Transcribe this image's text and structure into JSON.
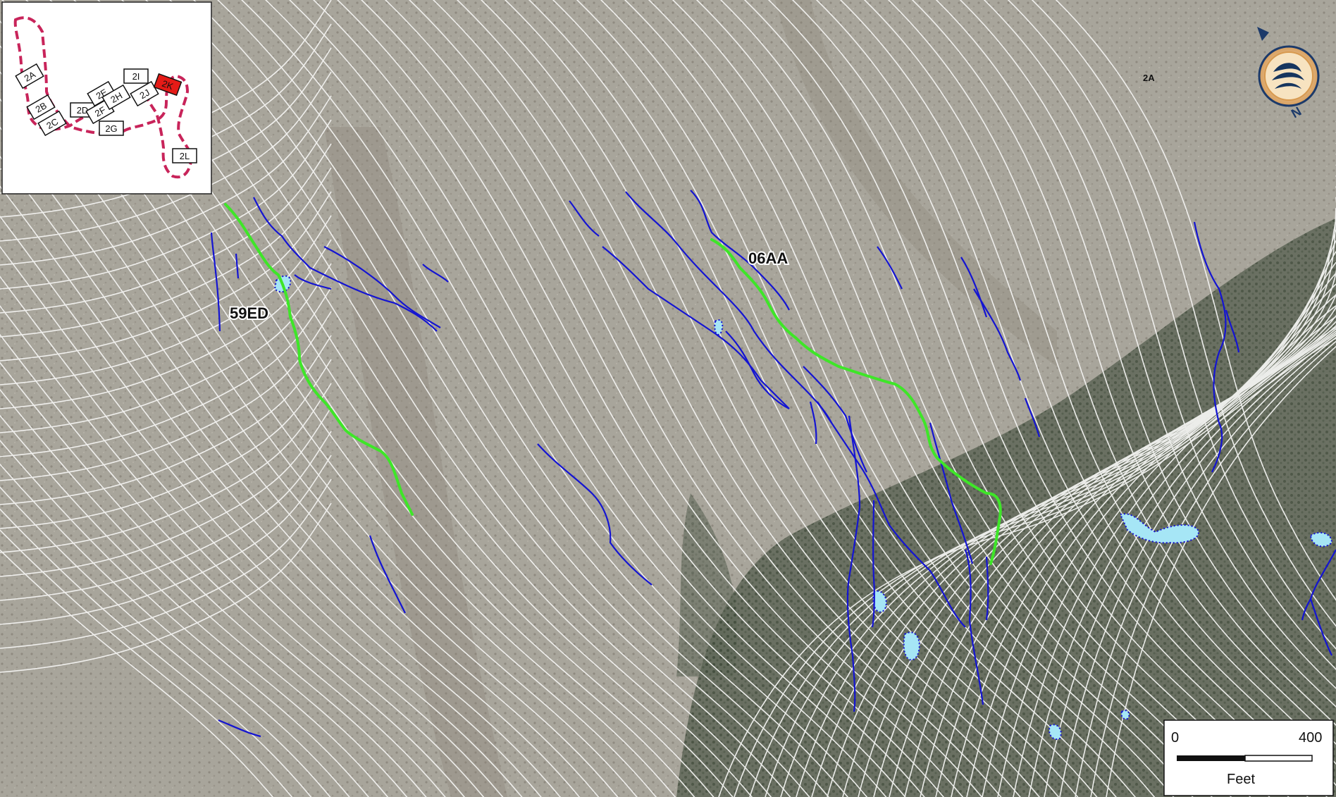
{
  "map": {
    "stream_labels": [
      "59ED",
      "06AA"
    ],
    "page_label": "2A",
    "colors": {
      "aerial_light": "#a8a59b",
      "aerial_dark_forest": "#5d6553",
      "contour": "#f4f4f2",
      "stream": "#1414d2",
      "highlight_stream": "#3ee628",
      "wetland": "#a6e6f6",
      "inset_boundary": "#c8245a",
      "inset_highlight": "#e51b17"
    }
  },
  "inset": {
    "pages": [
      "2A",
      "2B",
      "2C",
      "2D",
      "2E",
      "2F",
      "2G",
      "2H",
      "2I",
      "2J",
      "2K",
      "2L"
    ],
    "highlighted_page": "2K"
  },
  "compass": {
    "icon": "north-arrow-compass-icon",
    "north_label": "N"
  },
  "scale_bar": {
    "start_label": "0",
    "end_label": "400",
    "unit_label": "Feet"
  }
}
